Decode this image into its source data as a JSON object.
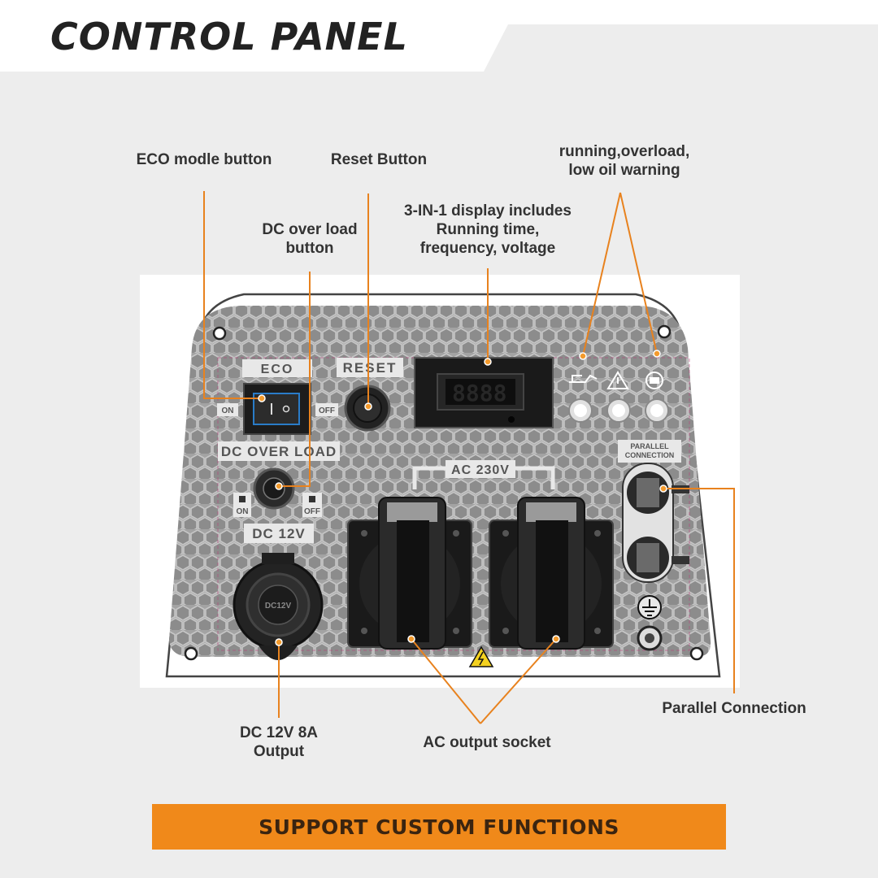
{
  "header": {
    "title": "CONTROL PANEL"
  },
  "callouts": {
    "eco": "ECO modle button",
    "reset": "Reset Button",
    "warnings_1": "running,overload,",
    "warnings_2": "low oil warning",
    "dc_overload_1": "DC over load",
    "dc_overload_2": "button",
    "display_1": "3-IN-1 display includes",
    "display_2": "Running time,",
    "display_3": "frequency, voltage",
    "dc_output_1": "DC 12V 8A",
    "dc_output_2": "Output",
    "ac_socket": "AC output socket",
    "parallel": "Parallel Connection"
  },
  "panel": {
    "eco_label": "ECO",
    "reset_label": "RESET",
    "on": "ON",
    "off": "OFF",
    "dc_overload_label": "DC OVER LOAD",
    "dc12_label": "DC 12V",
    "dc12_cap": "DC12V",
    "ac_label": "AC 230V",
    "parallel_1": "PARALLEL",
    "parallel_2": "CONNECTION"
  },
  "banner": {
    "text": "SUPPORT CUSTOM FUNCTIONS"
  },
  "colors": {
    "accent": "#f0891a",
    "panel": "#9c9c9c",
    "leader": "#e8821e"
  }
}
